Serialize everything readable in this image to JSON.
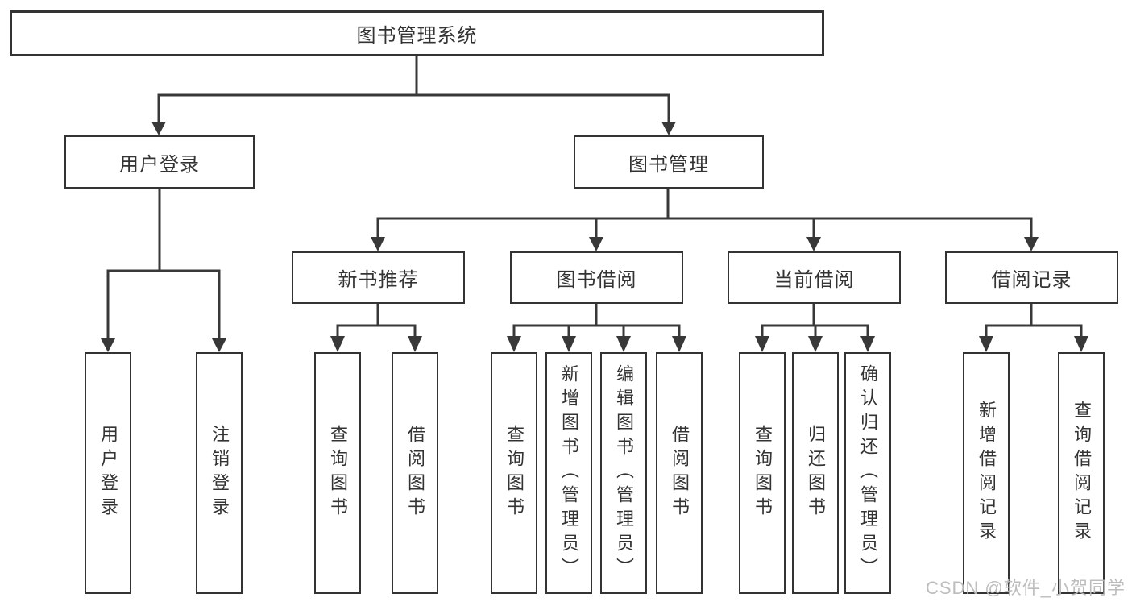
{
  "diagram": {
    "type": "tree",
    "title": "图书管理系统"
  },
  "tree": {
    "root": {
      "label": "图书管理系统"
    },
    "children": [
      {
        "label": "用户登录",
        "children": [
          {
            "label": "用户登录"
          },
          {
            "label": "注销登录"
          }
        ]
      },
      {
        "label": "图书管理",
        "children": [
          {
            "label": "新书推荐",
            "children": [
              {
                "label": "查询图书"
              },
              {
                "label": "借阅图书"
              }
            ]
          },
          {
            "label": "图书借阅",
            "children": [
              {
                "label": "查询图书"
              },
              {
                "label": "新增图书（管理员）"
              },
              {
                "label": "编辑图书（管理员）"
              },
              {
                "label": "借阅图书"
              }
            ]
          },
          {
            "label": "当前借阅",
            "children": [
              {
                "label": "查询图书"
              },
              {
                "label": "归还图书"
              },
              {
                "label": "确认归还（管理员）"
              }
            ]
          },
          {
            "label": "借阅记录",
            "children": [
              {
                "label": "新增借阅记录"
              },
              {
                "label": "查询借阅记录"
              }
            ]
          }
        ]
      }
    ]
  },
  "watermark": {
    "text": "CSDN @软件_小贺同学"
  },
  "colors": {
    "background": "#ffffff",
    "line": "#383838",
    "box_border": "#333333",
    "text": "#333333",
    "watermark": "#b9b9b9"
  }
}
